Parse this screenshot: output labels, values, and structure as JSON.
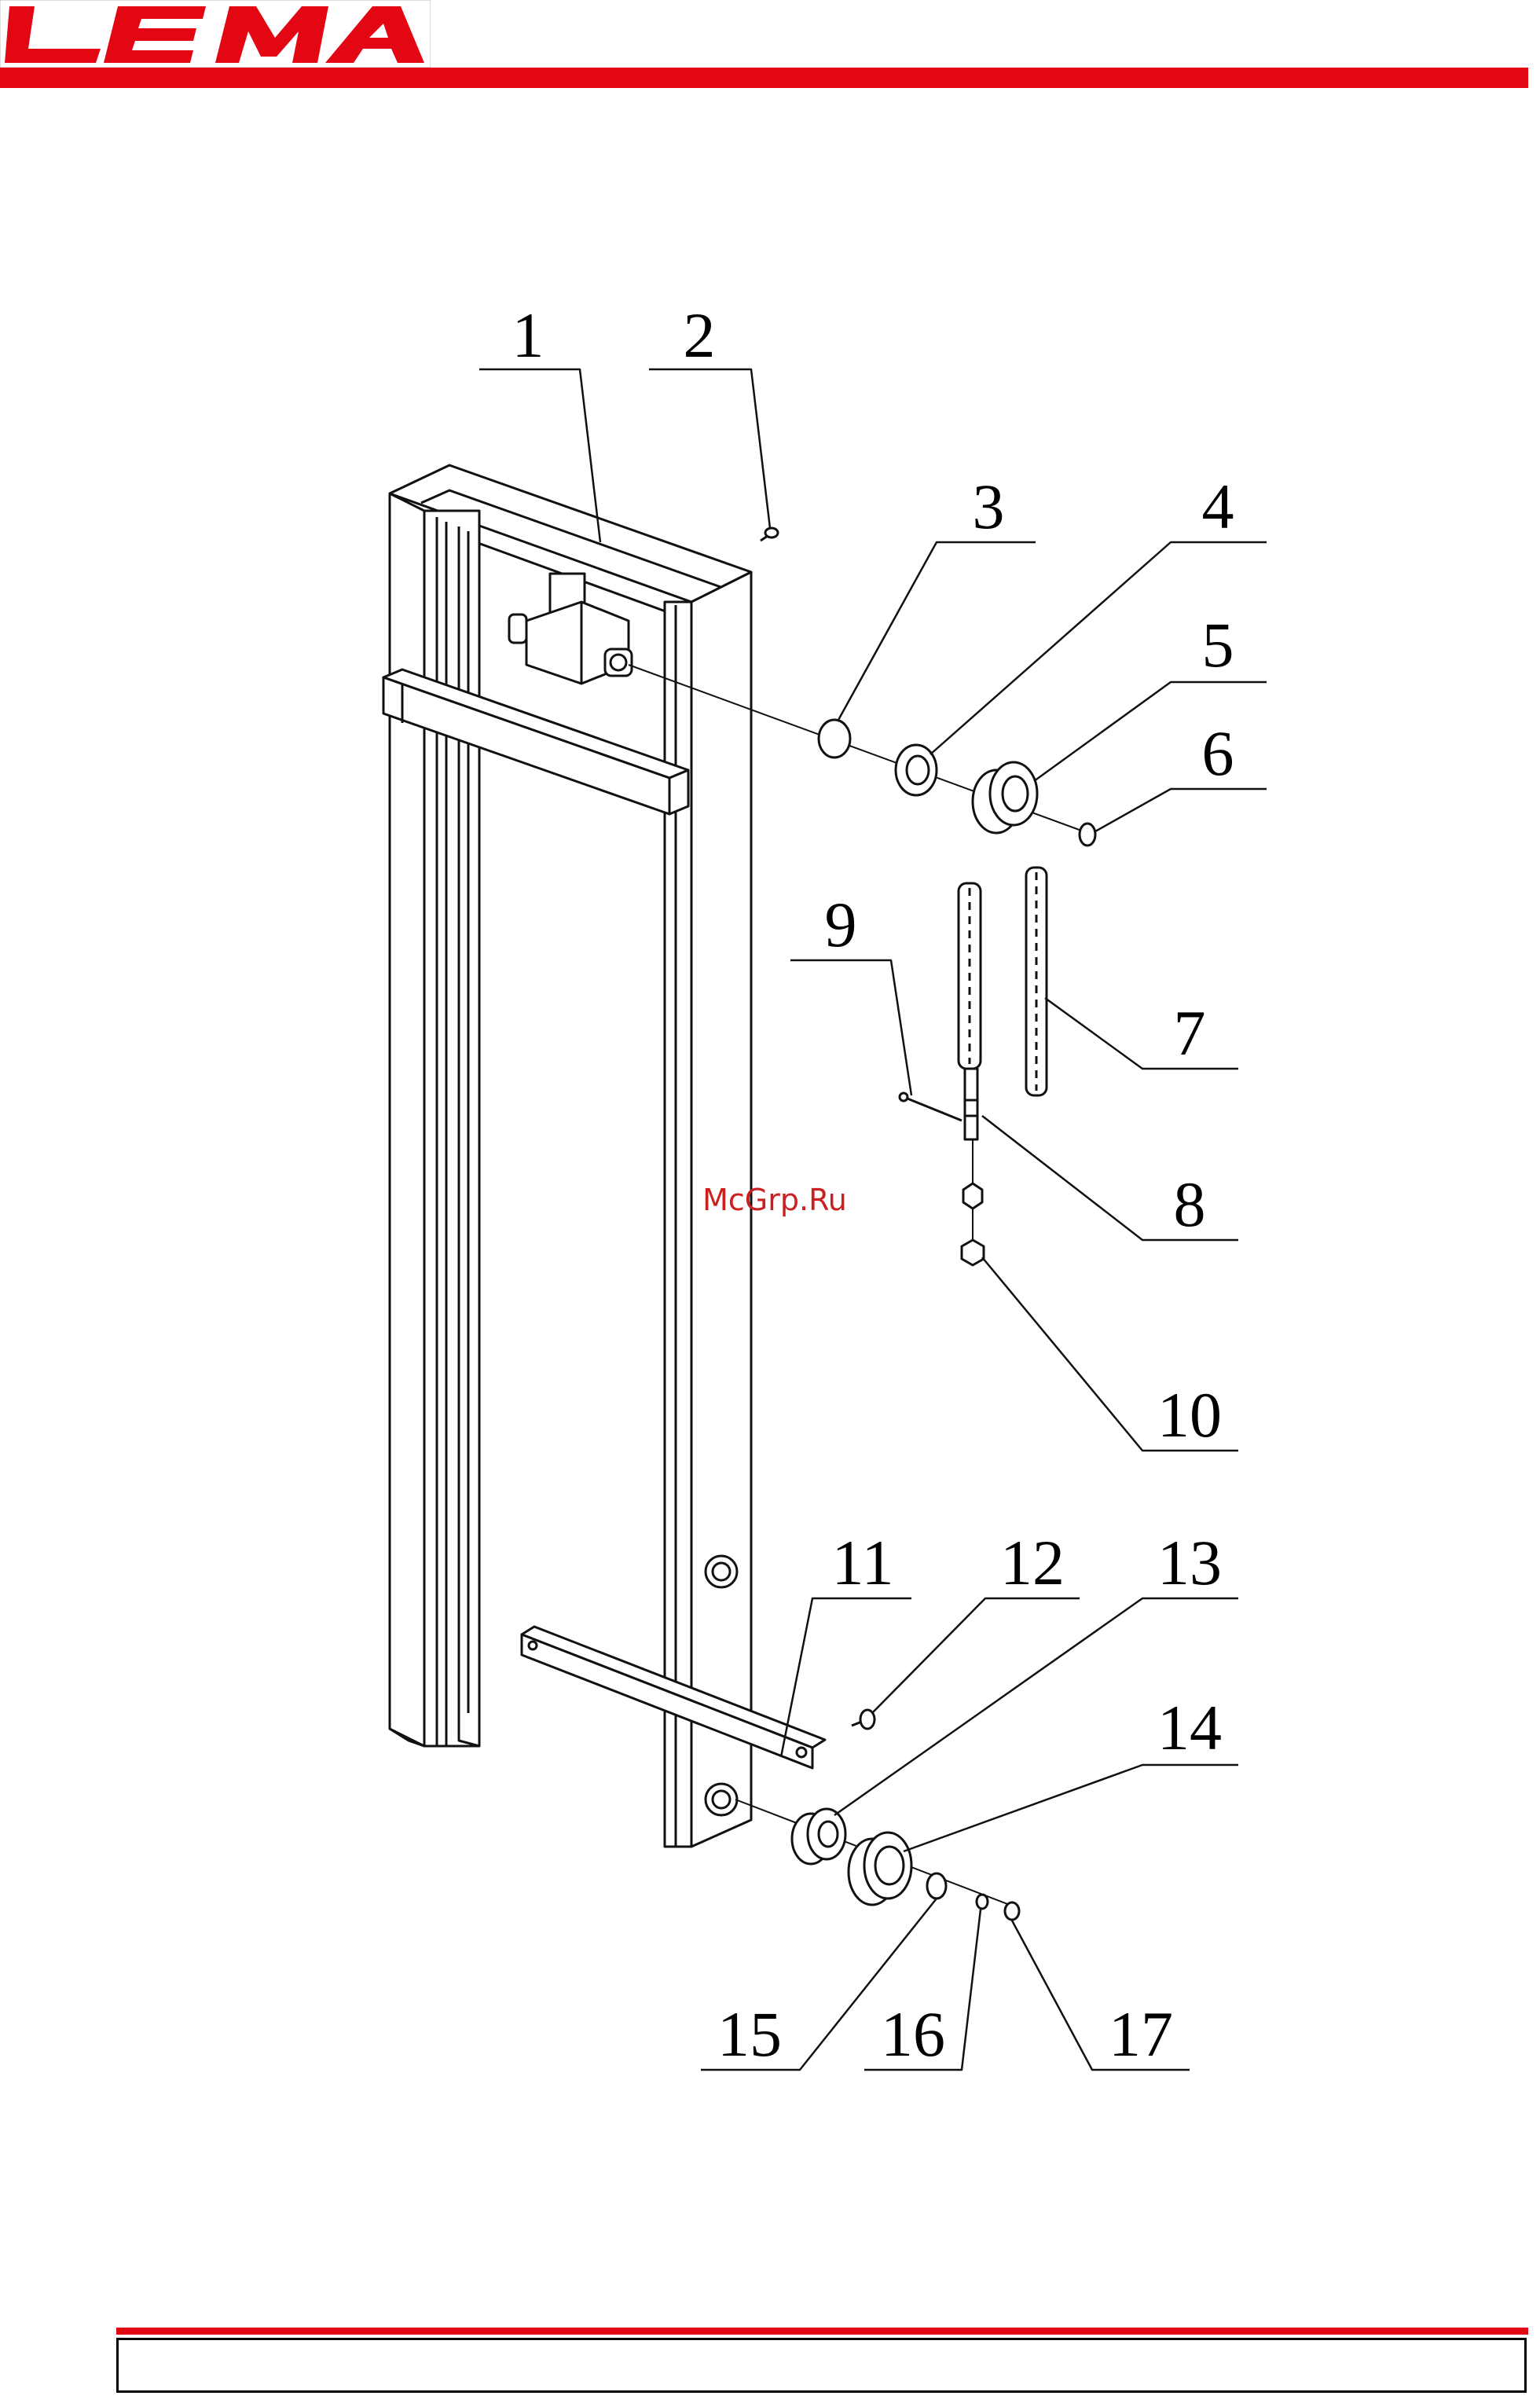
{
  "header": {
    "brand_text": "LEMA",
    "brand_color": "#e30613",
    "bar_color": "#e30613"
  },
  "watermark": "McGrp.Ru",
  "diagram": {
    "callouts": [
      "1",
      "2",
      "3",
      "4",
      "5",
      "6",
      "7",
      "8",
      "9",
      "10",
      "11",
      "12",
      "13",
      "14",
      "15",
      "16",
      "17"
    ]
  },
  "footer": {
    "text": ""
  }
}
